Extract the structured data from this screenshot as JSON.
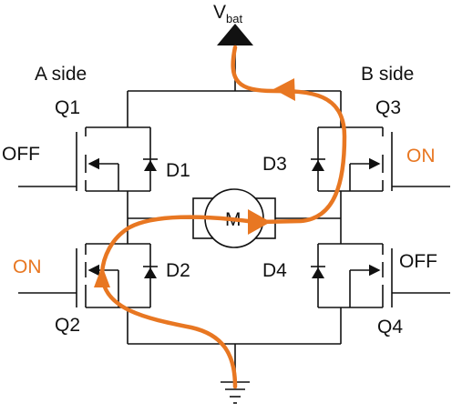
{
  "supply": {
    "label": "V",
    "subscript": "bat"
  },
  "sides": {
    "a": "A side",
    "b": "B side"
  },
  "transistors": {
    "q1": {
      "name": "Q1",
      "state": "OFF"
    },
    "q2": {
      "name": "Q2",
      "state": "ON"
    },
    "q3": {
      "name": "Q3",
      "state": "ON"
    },
    "q4": {
      "name": "Q4",
      "state": "OFF"
    }
  },
  "diodes": {
    "d1": "D1",
    "d2": "D2",
    "d3": "D3",
    "d4": "D4"
  },
  "motor": {
    "label": "M"
  },
  "colors": {
    "current_path": "#e87722",
    "wire": "#111111",
    "on_state": "#e87722"
  }
}
